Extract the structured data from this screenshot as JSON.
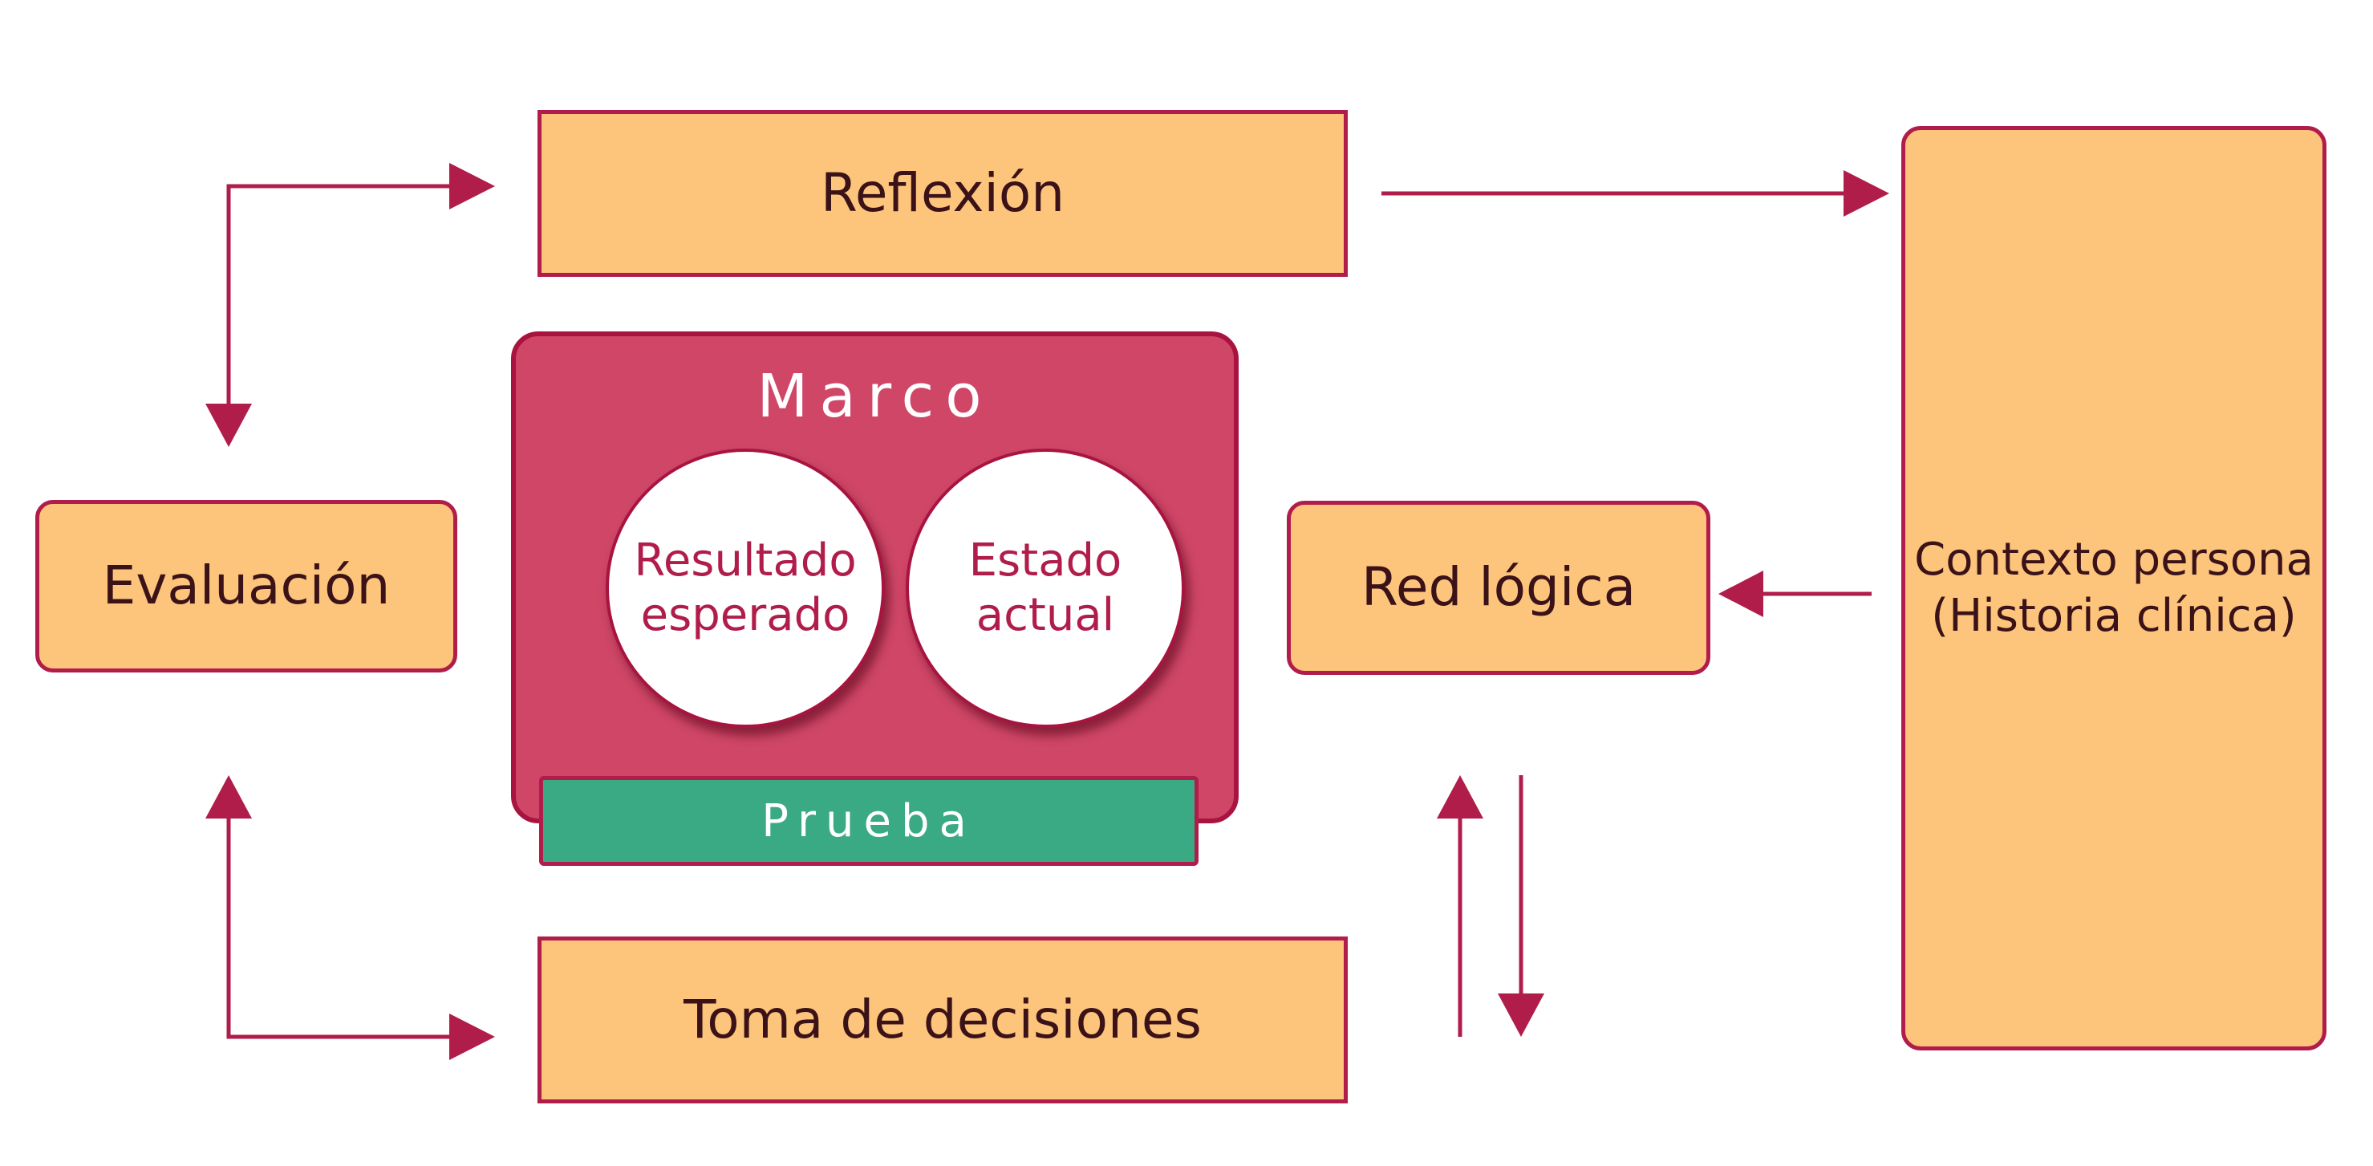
{
  "colors": {
    "orange_fill": "#fdc47c",
    "crimson": "#b11d4b",
    "marco_fill": "#cf4667",
    "green_fill": "#3aaa85",
    "dark_text": "#3a1218",
    "white": "#ffffff"
  },
  "nodes": {
    "reflexion": "Reflexión",
    "evaluacion": "Evaluación",
    "toma_decisiones": "Toma de decisiones",
    "red_logica": "Red lógica",
    "contexto_persona_line1": "Contexto persona",
    "contexto_persona_line2": "(Historia clínica)"
  },
  "marco": {
    "title": "Marco",
    "circle_left_line1": "Resultado",
    "circle_left_line2": "esperado",
    "circle_right_line1": "Estado",
    "circle_right_line2": "actual",
    "footer": "Prueba"
  }
}
